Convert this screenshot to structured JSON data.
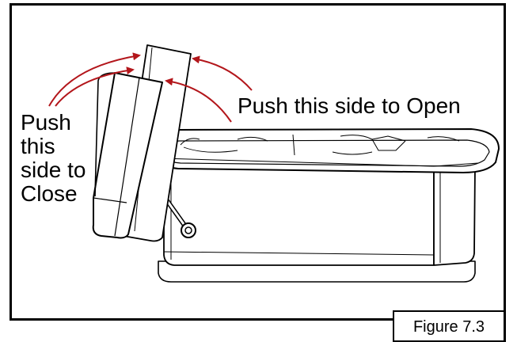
{
  "labels": {
    "open": "Push this side to Open",
    "close_lines": [
      "Push",
      "this",
      "side to",
      "Close"
    ]
  },
  "figure_label": "Figure 7.3",
  "colors": {
    "arrow": "#b3161b",
    "line": "#000000",
    "frame": "#000000"
  }
}
